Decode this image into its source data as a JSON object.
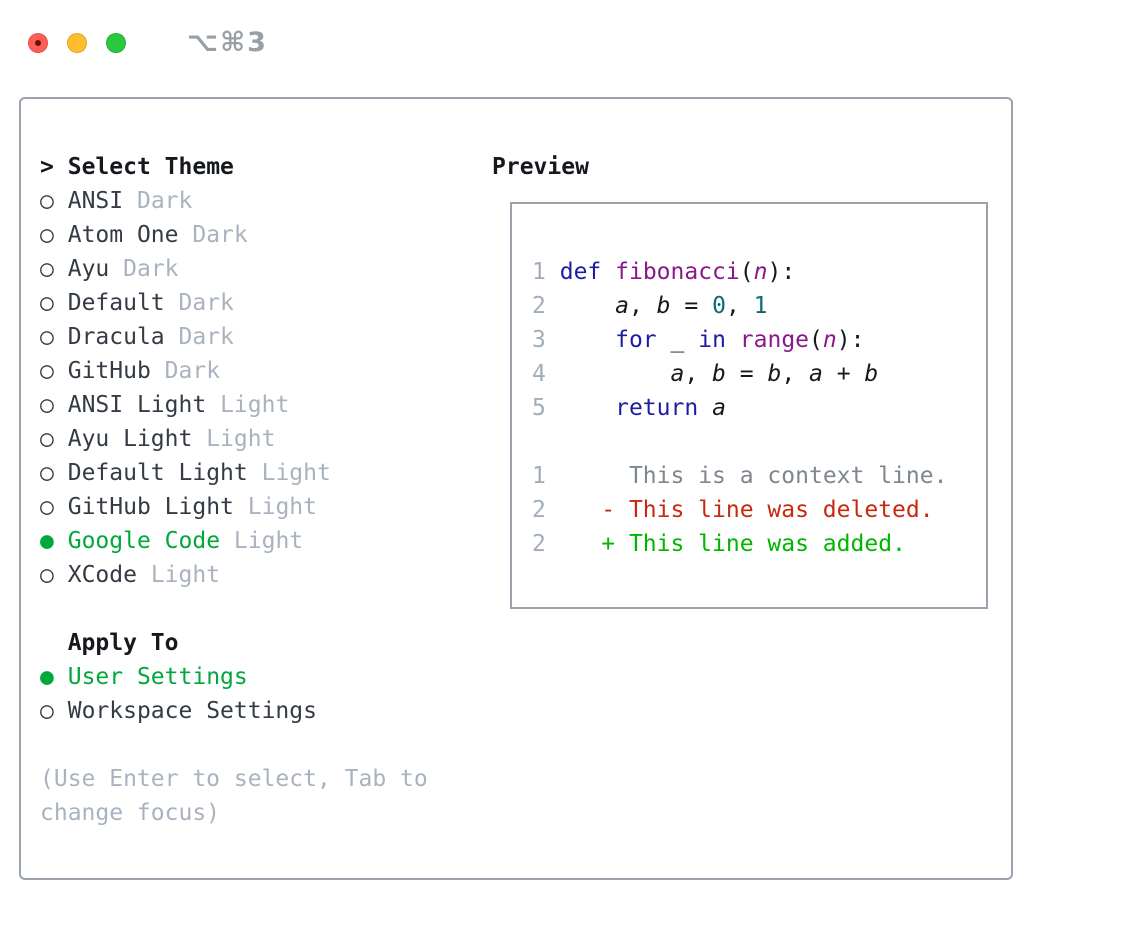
{
  "window": {
    "title": "⌥⌘3",
    "buttons": [
      "close",
      "minimize",
      "zoom"
    ]
  },
  "glyphs": {
    "prompt": ">",
    "selected_bullet": "●",
    "unselected_bullet": "○"
  },
  "colors": {
    "selection_green": "#00a83c",
    "added_green": "#00b600",
    "deleted_red": "#c6290f",
    "keyword_blue": "#1d1da3",
    "function_purple": "#8a188a",
    "literal_teal": "#0d6d6d",
    "muted_gray": "#a9b3bf",
    "border_gray": "#99a2ad",
    "traffic_red": "#ff5e56",
    "traffic_yellow": "#ffbd2e",
    "traffic_green": "#28c83f"
  },
  "theme_selector": {
    "title": "Select Theme",
    "items": [
      {
        "name": "ANSI",
        "variant": "Dark",
        "selected": false
      },
      {
        "name": "Atom One",
        "variant": "Dark",
        "selected": false
      },
      {
        "name": "Ayu",
        "variant": "Dark",
        "selected": false
      },
      {
        "name": "Default",
        "variant": "Dark",
        "selected": false
      },
      {
        "name": "Dracula",
        "variant": "Dark",
        "selected": false
      },
      {
        "name": "GitHub",
        "variant": "Dark",
        "selected": false
      },
      {
        "name": "ANSI Light",
        "variant": "Light",
        "selected": false
      },
      {
        "name": "Ayu Light",
        "variant": "Light",
        "selected": false
      },
      {
        "name": "Default Light",
        "variant": "Light",
        "selected": false
      },
      {
        "name": "GitHub Light",
        "variant": "Light",
        "selected": false
      },
      {
        "name": "Google Code",
        "variant": "Light",
        "selected": true
      },
      {
        "name": "XCode",
        "variant": "Light",
        "selected": false
      }
    ]
  },
  "apply_to": {
    "title": "Apply To",
    "options": [
      {
        "label": "User Settings",
        "selected": true
      },
      {
        "label": "Workspace Settings",
        "selected": false
      }
    ]
  },
  "help_text": "(Use Enter to select, Tab to change focus)",
  "preview": {
    "title": "Preview",
    "lines": [
      {
        "segs": []
      },
      {
        "segs": [
          [
            "1",
            "ln"
          ],
          [
            " ",
            ""
          ],
          [
            "def",
            "kw"
          ],
          [
            " ",
            ""
          ],
          [
            "fibonacci",
            "fn"
          ],
          [
            "(",
            ""
          ],
          [
            "n",
            "arg"
          ],
          [
            "):",
            ""
          ]
        ]
      },
      {
        "segs": [
          [
            "2",
            "ln"
          ],
          [
            "     ",
            ""
          ],
          [
            "a",
            "var"
          ],
          [
            ", ",
            ""
          ],
          [
            "b",
            "var"
          ],
          [
            " = ",
            ""
          ],
          [
            "0",
            "lit"
          ],
          [
            ", ",
            ""
          ],
          [
            "1",
            "lit"
          ]
        ]
      },
      {
        "segs": [
          [
            "3",
            "ln"
          ],
          [
            "     ",
            ""
          ],
          [
            "for",
            "kw"
          ],
          [
            " ",
            ""
          ],
          [
            "_",
            ""
          ],
          [
            " ",
            ""
          ],
          [
            "in",
            "kw"
          ],
          [
            " ",
            ""
          ],
          [
            "range",
            "fn"
          ],
          [
            "(",
            ""
          ],
          [
            "n",
            "arg"
          ],
          [
            "):",
            ""
          ]
        ]
      },
      {
        "segs": [
          [
            "4",
            "ln"
          ],
          [
            "         ",
            ""
          ],
          [
            "a",
            "var"
          ],
          [
            ", ",
            ""
          ],
          [
            "b",
            "var"
          ],
          [
            " = ",
            ""
          ],
          [
            "b",
            "var"
          ],
          [
            ", ",
            ""
          ],
          [
            "a",
            "var"
          ],
          [
            " + ",
            ""
          ],
          [
            "b",
            "var"
          ]
        ]
      },
      {
        "segs": [
          [
            "5",
            "ln"
          ],
          [
            "     ",
            ""
          ],
          [
            "return",
            "kw"
          ],
          [
            " ",
            ""
          ],
          [
            "a",
            "var"
          ]
        ]
      },
      {
        "segs": []
      },
      {
        "segs": [
          [
            "1",
            "ln"
          ],
          [
            "      ",
            ""
          ],
          [
            "This is a context line.",
            "ctx"
          ]
        ]
      },
      {
        "segs": [
          [
            "2",
            "ln"
          ],
          [
            "    ",
            ""
          ],
          [
            "- This line was deleted.",
            "del"
          ]
        ]
      },
      {
        "segs": [
          [
            "2",
            "ln"
          ],
          [
            "    ",
            ""
          ],
          [
            "+ This line was added.",
            "add"
          ]
        ]
      }
    ]
  }
}
